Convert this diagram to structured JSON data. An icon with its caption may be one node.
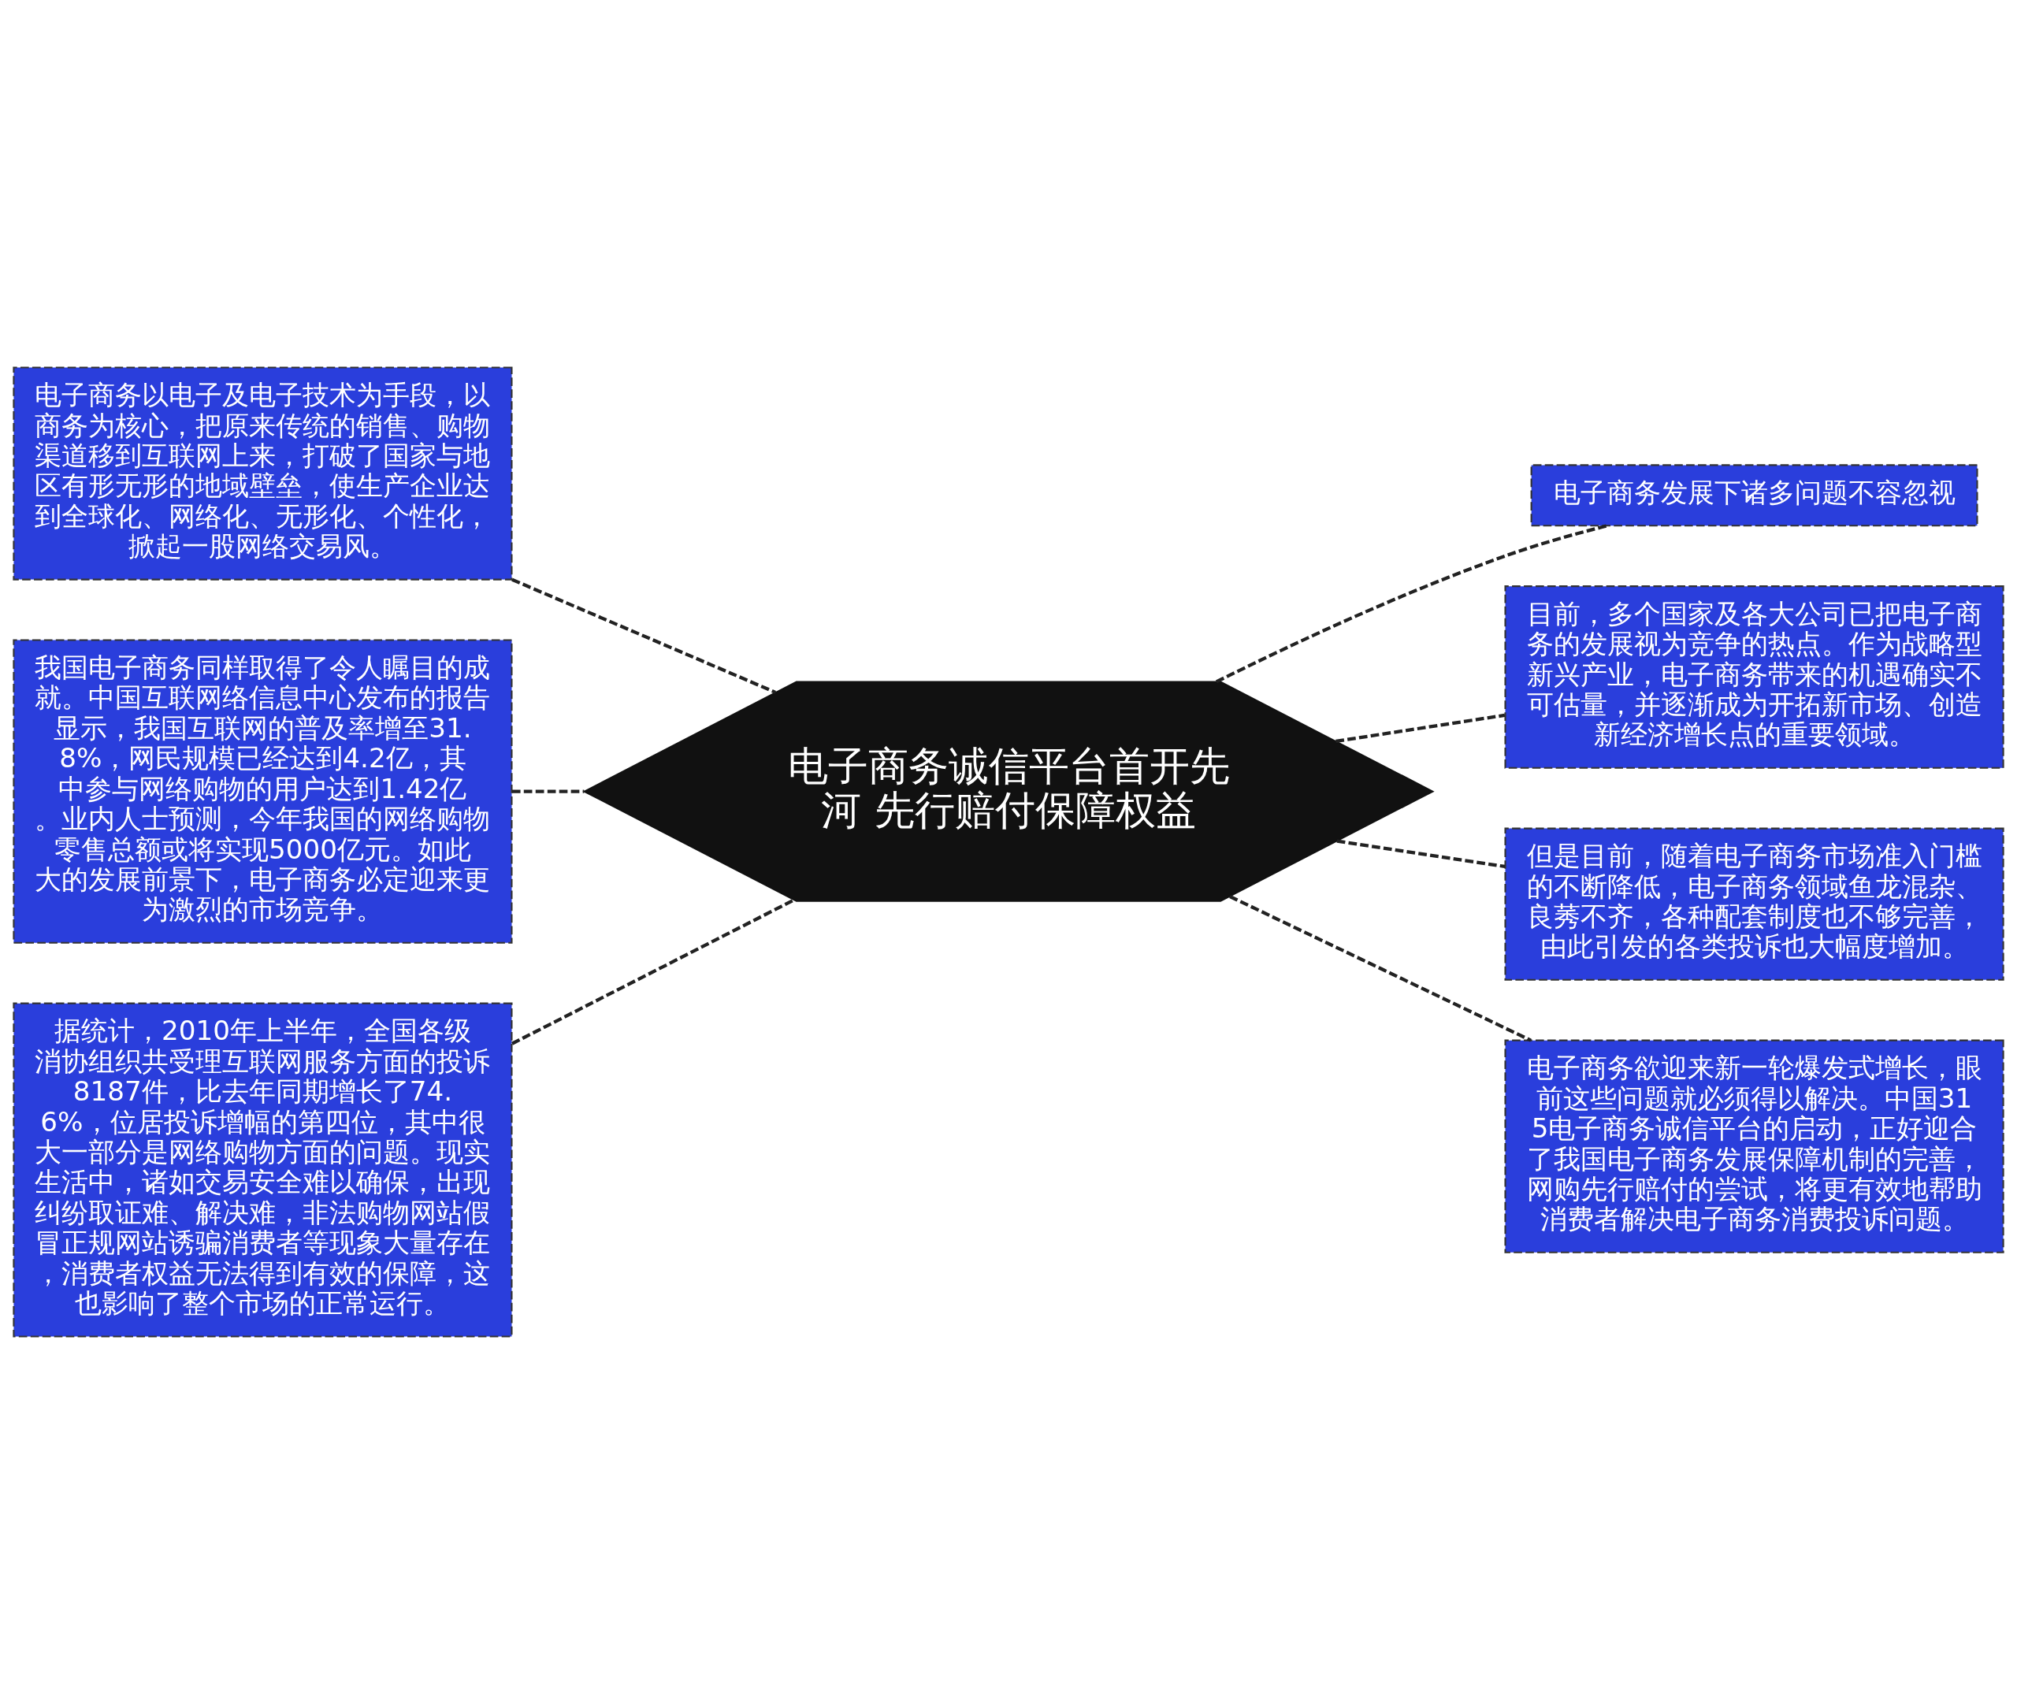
{
  "diagram": {
    "nodes": [
      {
        "text": [
          "电子商务诚信平台首开先河 先行赔付保障权益"
        ]
      },
      {
        "text": [
          "电子商务以电子及电子技术为手段，以商务为核心，把原来传统的销售、购物渠道移到互联网上来，打破了国家与地区有形无形的地域壁垒，使生产企业达到全球化、网络化、无形化、个性化，掀起一股网络交易风。"
        ]
      },
      {
        "text": [
          "我国电子商务同样取得了令人瞩目的成就。中国互联网络信息中心发布的报告显示，我国互联网的普及率增至31.8%，网民规模已经达到4.2亿，其中参与网络购物的用户达到1.42亿。业内人士预测，今年我国的网络购物零售总额或将实现5000亿元。如此大的发展前景下，电子商务必定迎来更为激烈的市场竞争。"
        ]
      },
      {
        "text": [
          "据统计，2010年上半年，全国各级消协组织共受理互联网服务方面的投诉8187件，比去年同期增长了74.6%，位居投诉增幅的第四位，其中很大一部分是网络购物方面的问题。现实生活中，诸如交易安全难以确保，出现纠纷取证难、解决难，非法购物网站假冒正规网站诱骗消费者等现象大量存在，消费者权益无法得到有效的保障，这也影响了整个市场的正常运行。"
        ]
      },
      {
        "text": [
          "电子商务发展下诸多问题不容忽视"
        ]
      },
      {
        "text": [
          "目前，多个国家及各大公司已把电子商务的发展视为竞争的热点。作为战略型新兴产业，电子商务带来的机遇确实不可估量，并逐渐成为开拓新市场、创造新经济增长点的重要领域。"
        ]
      },
      {
        "text": [
          "但是目前，随着电子商务市场准入门槛的不断降低，电子商务领域鱼龙混杂、良莠不齐，各种配套制度也不够完善，由此引发的各类投诉也大幅度增加。"
        ]
      },
      {
        "text": [
          "电子商务欲迎来新一轮爆发式增长，眼前这些问题就必须得以解决。中国315电子商务诚信平台的启动，正好迎合了我国电子商务发展保障机制的完善，网购先行赔付的尝试，将更有效地帮助消费者解决电子商务消费投诉问题。"
        ]
      }
    ],
    "edges": [
      {
        "from": 0,
        "to": 1,
        "arrow": "none",
        "style": "dashed"
      },
      {
        "from": 0,
        "to": 2,
        "arrow": "none",
        "style": "dashed"
      },
      {
        "from": 0,
        "to": 3,
        "arrow": "none",
        "style": "dashed"
      },
      {
        "from": 0,
        "to": 4,
        "arrow": "none",
        "style": "dashed"
      },
      {
        "from": 0,
        "to": 5,
        "arrow": "none",
        "style": "dashed"
      },
      {
        "from": 0,
        "to": 6,
        "arrow": "none",
        "style": "dashed"
      },
      {
        "from": 0,
        "to": 7,
        "arrow": "none",
        "style": "dashed"
      }
    ]
  }
}
